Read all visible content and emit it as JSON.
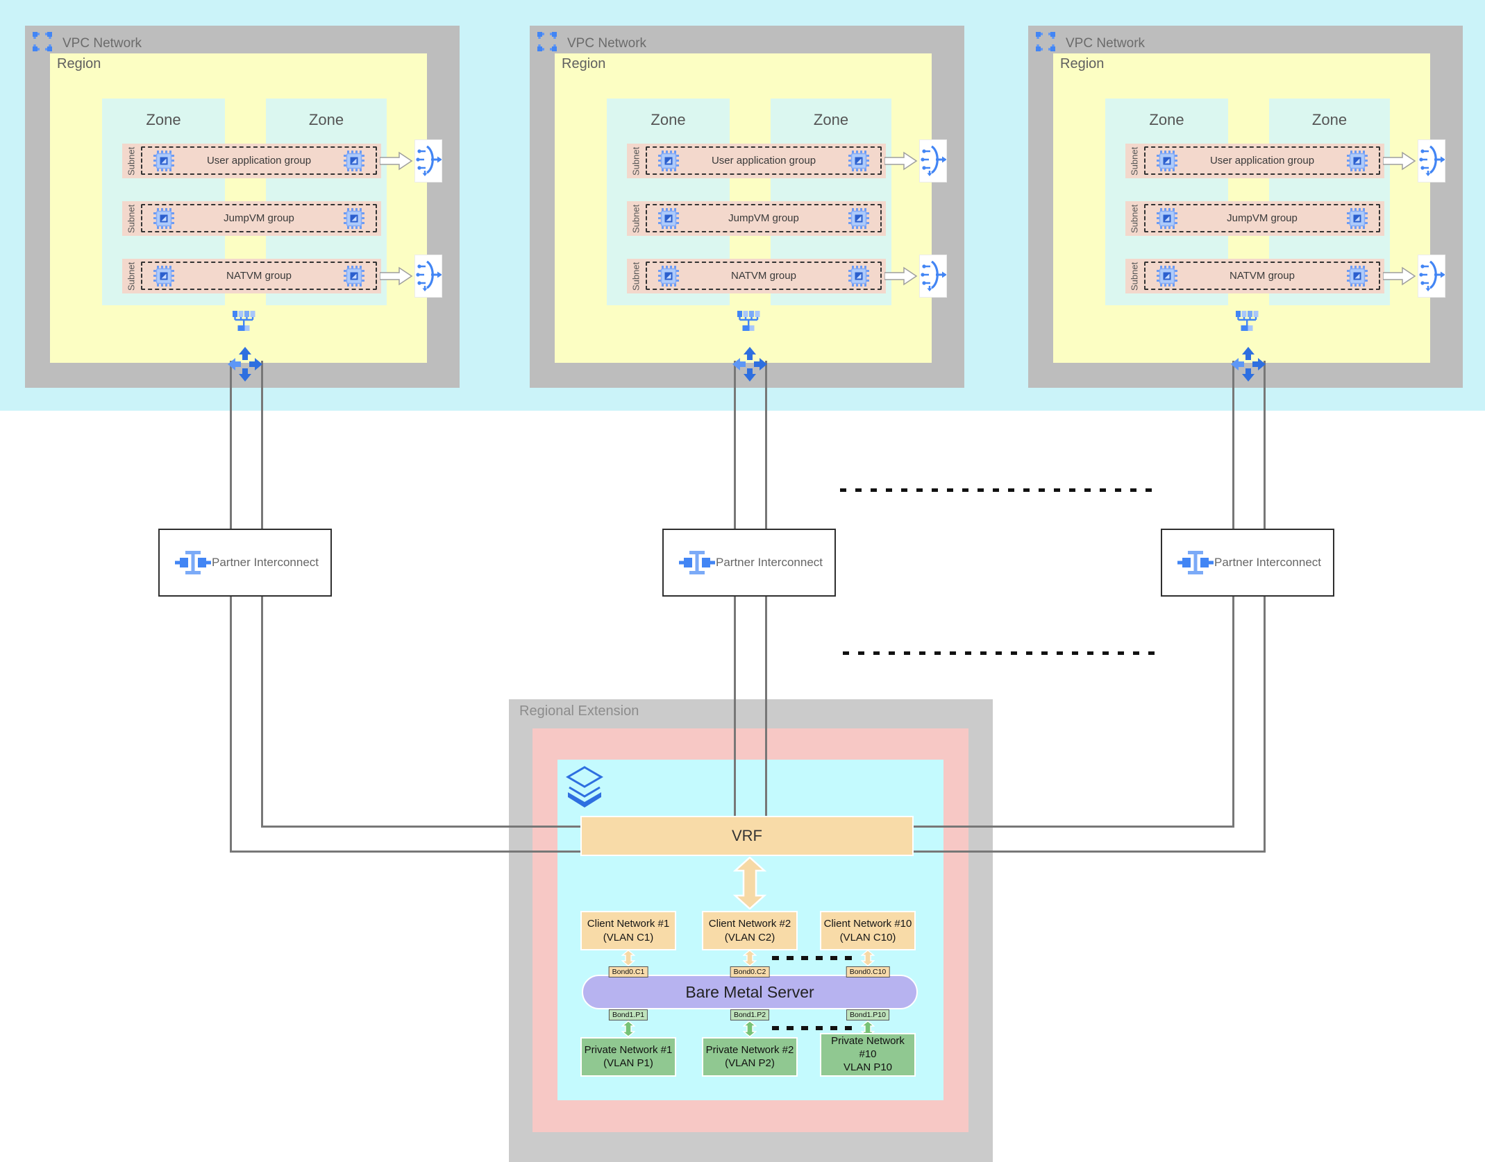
{
  "palette": {
    "accent_blue": "#4285F4",
    "band_cyan": "#CBF3F9",
    "vpc_gray": "#BDBDBD",
    "region_yellow": "#FCFEC3",
    "zone_cyan": "#DBF7F0",
    "subnet_pink": "#F3D8CC",
    "re_gray": "#CBCBCB",
    "re_pink": "#F7C8C5",
    "re_cyan": "#C4FAFE",
    "orange": "#F8DBA8",
    "server_purple": "#B7B3F0",
    "private_green": "#90C891",
    "line_gray": "#777777"
  },
  "vpcs": [
    {
      "title": "VPC Network",
      "region_label": "Region",
      "zones": [
        "Zone",
        "Zone"
      ],
      "subnets": [
        {
          "label": "Subnet",
          "group": "User application group"
        },
        {
          "label": "Subnet",
          "group": "JumpVM group"
        },
        {
          "label": "Subnet",
          "group": "NATVM group"
        }
      ]
    },
    {
      "title": "VPC Network",
      "region_label": "Region",
      "zones": [
        "Zone",
        "Zone"
      ],
      "subnets": [
        {
          "label": "Subnet",
          "group": "User application group"
        },
        {
          "label": "Subnet",
          "group": "JumpVM group"
        },
        {
          "label": "Subnet",
          "group": "NATVM group"
        }
      ]
    },
    {
      "title": "VPC Network",
      "region_label": "Region",
      "zones": [
        "Zone",
        "Zone"
      ],
      "subnets": [
        {
          "label": "Subnet",
          "group": "User application group"
        },
        {
          "label": "Subnet",
          "group": "JumpVM group"
        },
        {
          "label": "Subnet",
          "group": "NATVM group"
        }
      ]
    }
  ],
  "interconnects": [
    {
      "label": "Partner Interconnect"
    },
    {
      "label": "Partner Interconnect"
    },
    {
      "label": "Partner Interconnect"
    }
  ],
  "regional_extension": {
    "title": "Regional Extension",
    "vrf_label": "VRF",
    "server_label": "Bare Metal Server",
    "client_networks": [
      {
        "name": "Client Network #1",
        "vlan": "(VLAN C1)",
        "bond": "Bond0.C1"
      },
      {
        "name": "Client Network #2",
        "vlan": "(VLAN C2)",
        "bond": "Bond0.C2"
      },
      {
        "name": "Client Network #10",
        "vlan": "(VLAN C10)",
        "bond": "Bond0.C10"
      }
    ],
    "private_networks": [
      {
        "line1": "Private Network #1",
        "line2": "(VLAN P1)",
        "line3": "",
        "bond": "Bond1.P1"
      },
      {
        "line1": "Private Network #2",
        "line2": "(VLAN P2)",
        "line3": "",
        "bond": "Bond1.P2"
      },
      {
        "line1": "Private Network",
        "line2": "#10",
        "line3": "VLAN P10",
        "bond": "Bond1.P10"
      }
    ]
  }
}
